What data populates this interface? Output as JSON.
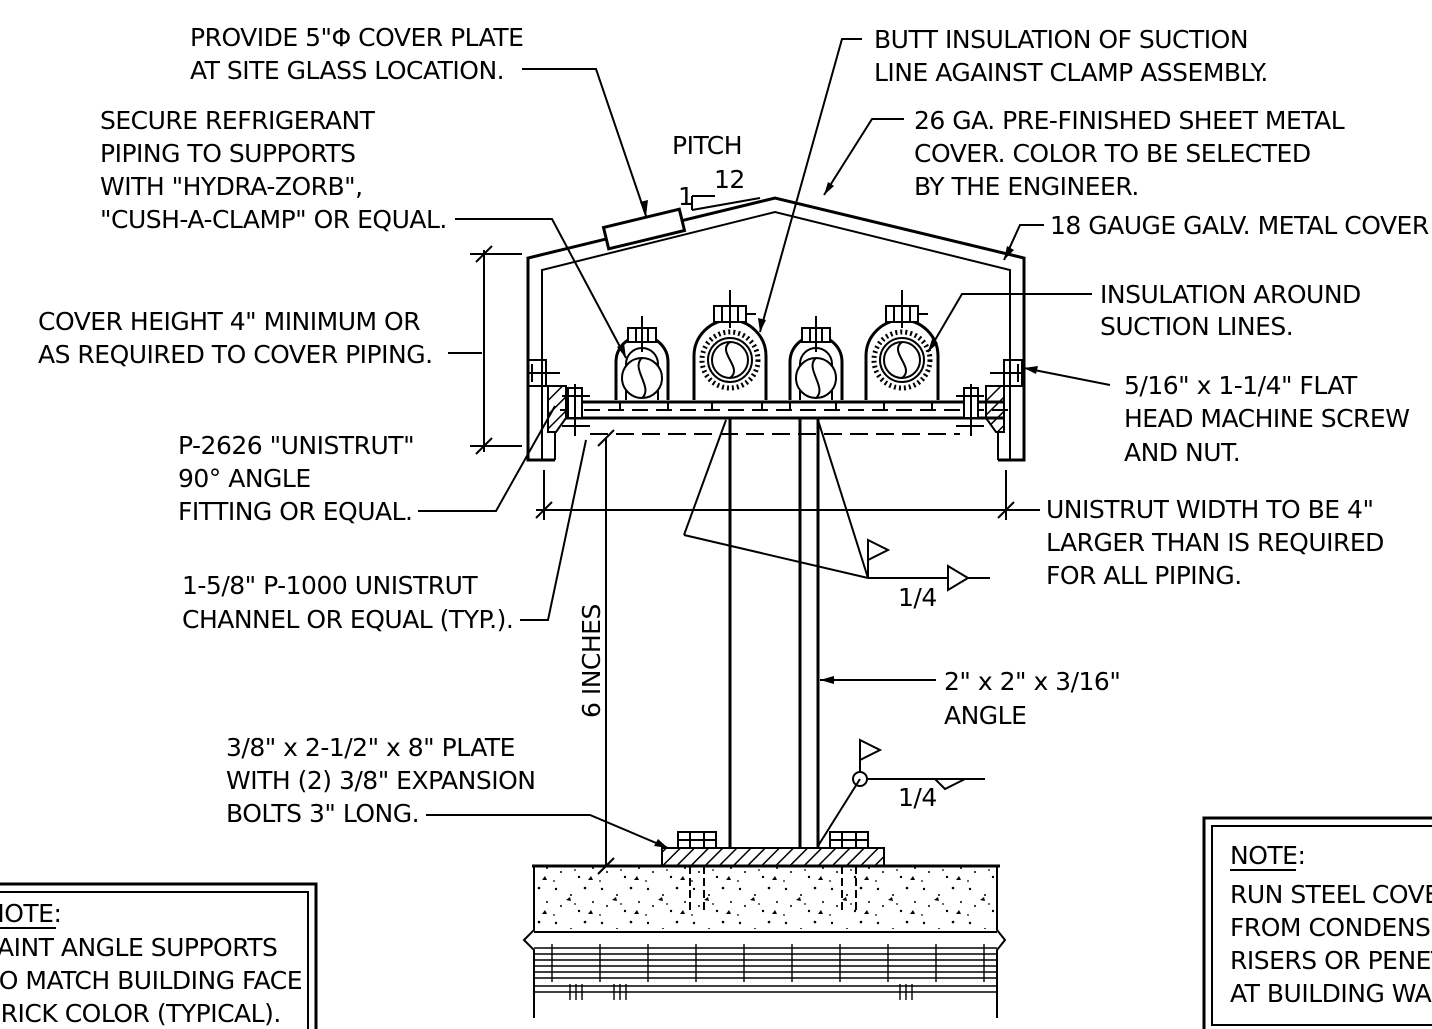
{
  "labels": {
    "cover_plate": [
      "PROVIDE 5\"Φ COVER PLATE",
      "AT SITE GLASS LOCATION."
    ],
    "butt_insulation": [
      "BUTT INSULATION OF SUCTION",
      "LINE AGAINST CLAMP ASSEMBLY."
    ],
    "sheet_metal": [
      "26 GA. PRE-FINISHED SHEET METAL",
      "COVER.  COLOR TO BE SELECTED",
      "BY THE ENGINEER."
    ],
    "secure_piping": [
      "SECURE REFRIGERANT",
      "PIPING TO SUPPORTS",
      "WITH \"HYDRA-ZORB\",",
      "\"CUSH-A-CLAMP\" OR EQUAL."
    ],
    "pitch": "PITCH",
    "pitch_rise": "1",
    "pitch_run": "12",
    "galv_cover": "18 GAUGE GALV. METAL COVER",
    "insulation_suction": [
      "INSULATION AROUND",
      "SUCTION LINES."
    ],
    "cover_height": [
      "COVER HEIGHT 4\" MINIMUM OR",
      "AS REQUIRED TO COVER PIPING."
    ],
    "machine_screw": [
      "5/16\" x 1-1/4\" FLAT",
      "HEAD MACHINE SCREW",
      "AND NUT."
    ],
    "angle_fitting": [
      "P-2626 \"UNISTRUT\"",
      "90° ANGLE",
      "FITTING OR EQUAL."
    ],
    "unistrut_width": [
      "UNISTRUT WIDTH TO BE 4\"",
      "LARGER THAN IS REQUIRED",
      "FOR ALL PIPING."
    ],
    "channel": [
      "1-5/8\" P-1000 UNISTRUT",
      "CHANNEL OR EQUAL (TYP.)."
    ],
    "weld_top": "1/4",
    "weld_bottom": "1/4",
    "six_inches": "6 INCHES",
    "angle_size": [
      "2\" x 2\" x 3/16\"",
      "ANGLE"
    ],
    "plate": [
      "3/8\" x 2-1/2\" x 8\" PLATE",
      "WITH (2) 3/8\" EXPANSION",
      "BOLTS 3\" LONG."
    ]
  },
  "note_left": {
    "title": "NOTE:",
    "lines": [
      "PAINT ANGLE SUPPORTS",
      "TO MATCH BUILDING FACE",
      "BRICK COLOR (TYPICAL)."
    ]
  },
  "note_right": {
    "title": "NOTE:",
    "lines": [
      "RUN STEEL COVER",
      "FROM CONDENSING",
      "RISERS OR PENETRATIONS",
      "AT BUILDING WALL."
    ]
  }
}
